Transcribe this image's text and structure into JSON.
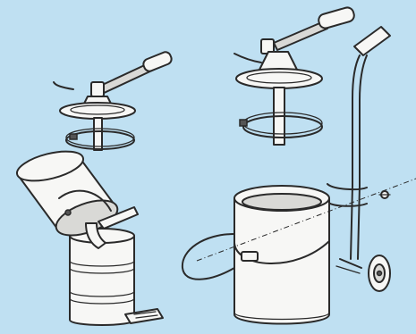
{
  "figure": {
    "background_color": "#bfe0f2",
    "line_color": "#2a2a2a",
    "panels": [
      {
        "name": "grease-pump-refill-on-drum",
        "parts": [
          "hand-lever",
          "pump-head",
          "follower-plate",
          "retaining-ring",
          "open-grease-can",
          "small-drum",
          "foot-plate"
        ]
      },
      {
        "name": "grease-pump-on-trolley",
        "parts": [
          "hand-lever",
          "pump-head",
          "follower-plate",
          "retaining-ring",
          "grease-pail",
          "trolley-frame",
          "trolley-wheel",
          "delivery-hose"
        ]
      }
    ]
  }
}
